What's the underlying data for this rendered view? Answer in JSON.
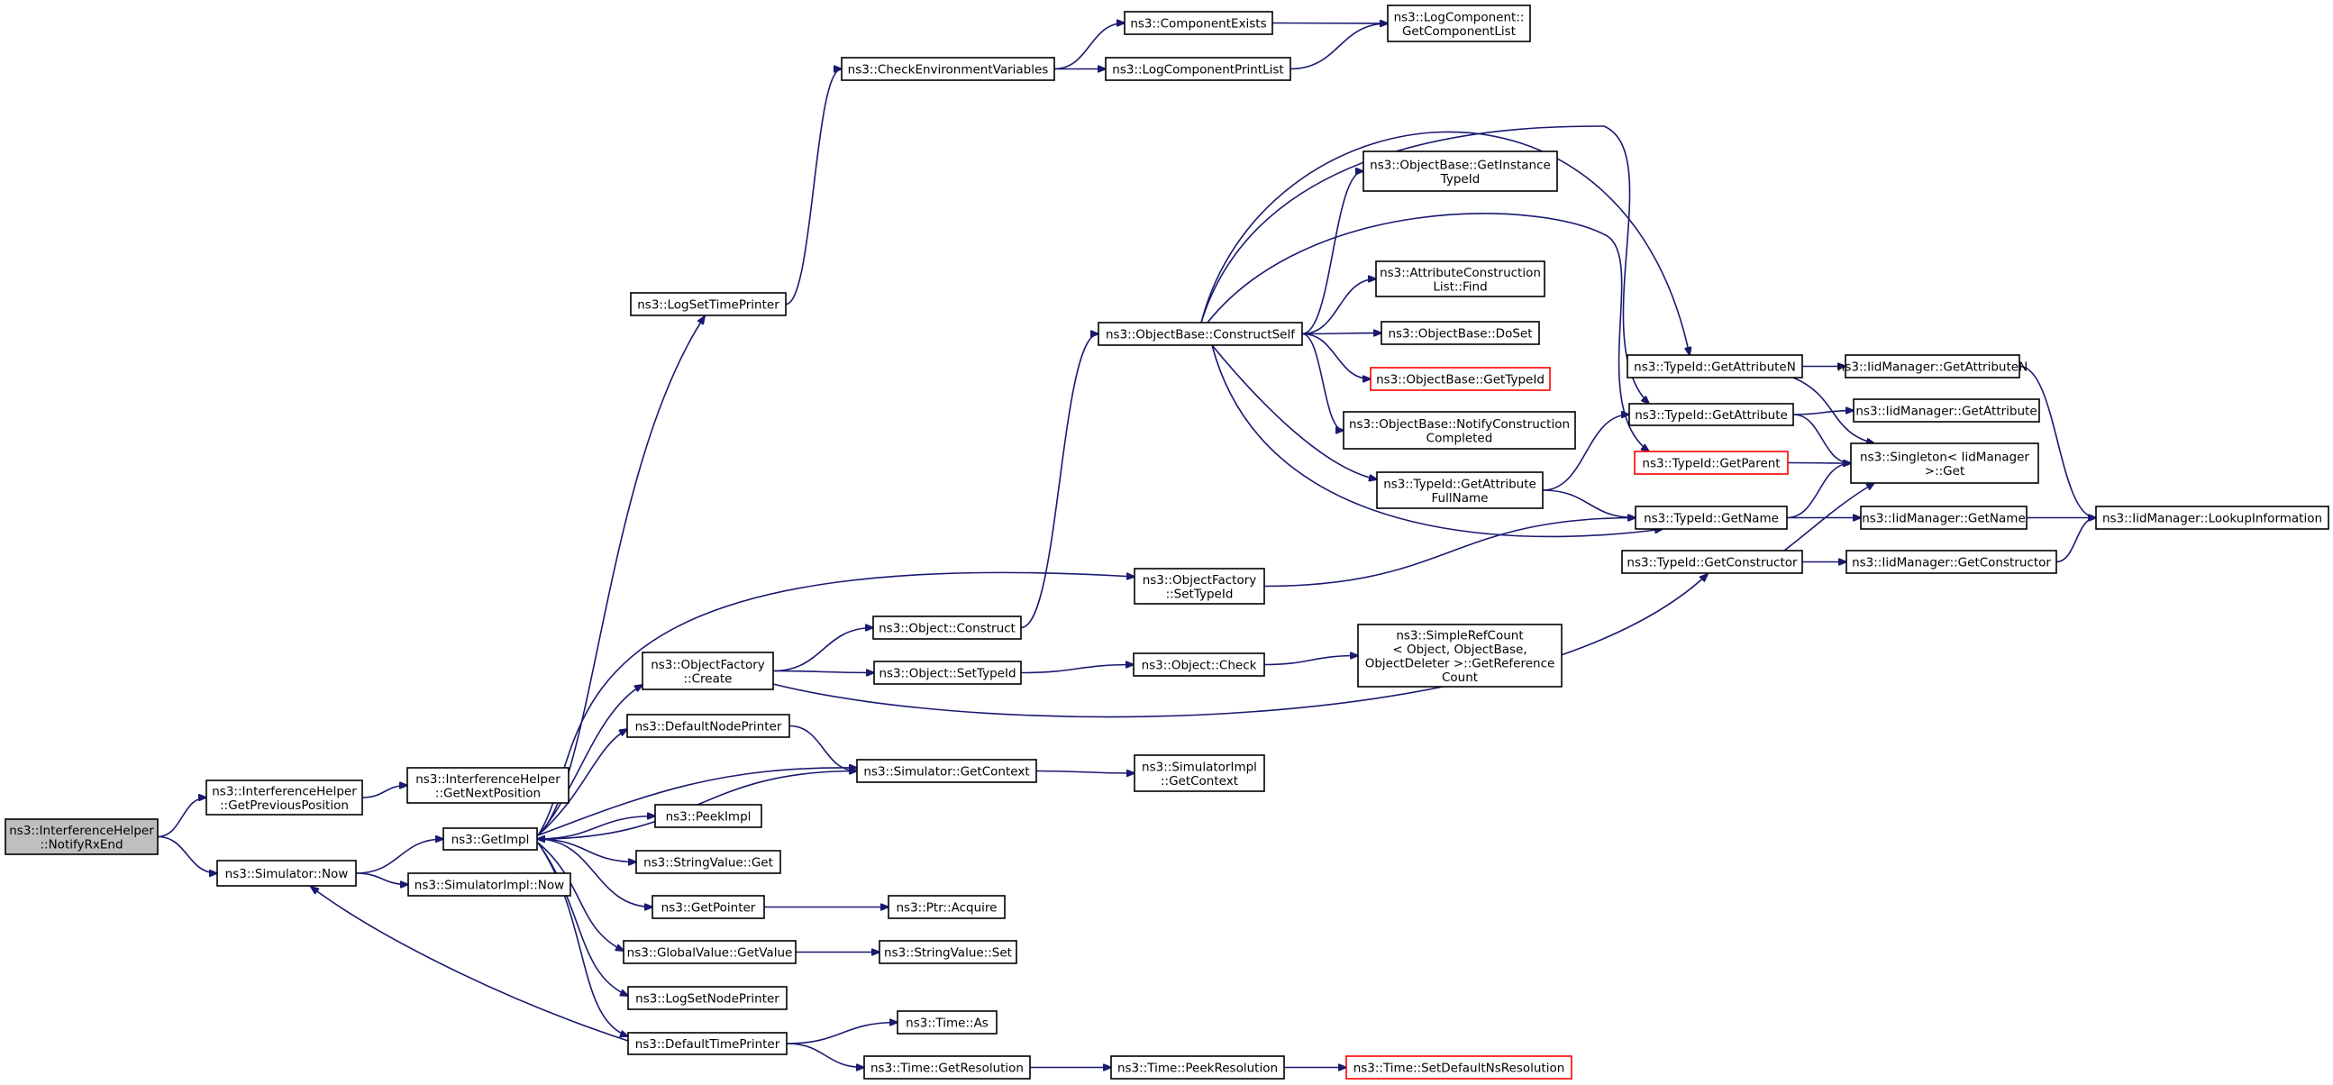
{
  "diagram": {
    "title": "",
    "colors": {
      "edge": "#191970",
      "node_border": "#000000",
      "root_fill": "#bfbfbf",
      "truncated_border": "#ff0000"
    },
    "nodes": [
      {
        "id": "n1",
        "lines": [
          "ns3::InterferenceHelper",
          "::NotifyRxEnd"
        ],
        "root": true
      },
      {
        "id": "n2",
        "lines": [
          "ns3::InterferenceHelper",
          "::GetPreviousPosition"
        ]
      },
      {
        "id": "n3",
        "lines": [
          "ns3::Simulator::Now"
        ]
      },
      {
        "id": "n4",
        "lines": [
          "ns3::InterferenceHelper",
          "::GetNextPosition"
        ]
      },
      {
        "id": "n5",
        "lines": [
          "ns3::GetImpl"
        ]
      },
      {
        "id": "n6",
        "lines": [
          "ns3::SimulatorImpl::Now"
        ]
      },
      {
        "id": "n7",
        "lines": [
          "ns3::CheckEnvironmentVariables"
        ]
      },
      {
        "id": "n8",
        "lines": [
          "ns3::ComponentExists"
        ]
      },
      {
        "id": "n9",
        "lines": [
          "ns3::LogComponentPrintList"
        ]
      },
      {
        "id": "n10",
        "lines": [
          "ns3::LogComponent::",
          "GetComponentList"
        ]
      },
      {
        "id": "n11",
        "lines": [
          "ns3::LogSetTimePrinter"
        ]
      },
      {
        "id": "n12",
        "lines": [
          "ns3::ObjectFactory",
          "::Create"
        ]
      },
      {
        "id": "n13",
        "lines": [
          "ns3::Object::Construct"
        ]
      },
      {
        "id": "n14",
        "lines": [
          "ns3::ObjectBase::ConstructSelf"
        ]
      },
      {
        "id": "n15",
        "lines": [
          "ns3::ObjectBase::GetInstance",
          "TypeId"
        ]
      },
      {
        "id": "n16",
        "lines": [
          "ns3::AttributeConstruction",
          "List::Find"
        ]
      },
      {
        "id": "n17",
        "lines": [
          "ns3::ObjectBase::DoSet"
        ]
      },
      {
        "id": "n18",
        "lines": [
          "ns3::ObjectBase::GetTypeId"
        ],
        "truncated": true
      },
      {
        "id": "n19",
        "lines": [
          "ns3::ObjectBase::NotifyConstruction",
          "Completed"
        ]
      },
      {
        "id": "n20",
        "lines": [
          "ns3::TypeId::GetAttribute",
          "FullName"
        ]
      },
      {
        "id": "n21",
        "lines": [
          "ns3::TypeId::GetAttributeN"
        ]
      },
      {
        "id": "n22",
        "lines": [
          "ns3::TypeId::GetAttribute"
        ]
      },
      {
        "id": "n23",
        "lines": [
          "ns3::TypeId::GetParent"
        ],
        "truncated": true
      },
      {
        "id": "n24",
        "lines": [
          "ns3::TypeId::GetName"
        ]
      },
      {
        "id": "n25",
        "lines": [
          "ns3::TypeId::GetConstructor"
        ]
      },
      {
        "id": "n26",
        "lines": [
          "ns3::IidManager::GetAttributeN"
        ]
      },
      {
        "id": "n27",
        "lines": [
          "ns3::IidManager::GetAttribute"
        ]
      },
      {
        "id": "n28",
        "lines": [
          "ns3::Singleton< IidManager",
          ">::Get"
        ]
      },
      {
        "id": "n29",
        "lines": [
          "ns3::IidManager::GetName"
        ]
      },
      {
        "id": "n30",
        "lines": [
          "ns3::IidManager::GetConstructor"
        ]
      },
      {
        "id": "n31",
        "lines": [
          "ns3::IidManager::LookupInformation"
        ]
      },
      {
        "id": "n32",
        "lines": [
          "ns3::ObjectFactory",
          "::SetTypeId"
        ]
      },
      {
        "id": "n33",
        "lines": [
          "ns3::Object::SetTypeId"
        ]
      },
      {
        "id": "n34",
        "lines": [
          "ns3::Object::Check"
        ]
      },
      {
        "id": "n35",
        "lines": [
          "ns3::SimpleRefCount",
          "< Object, ObjectBase,",
          " ObjectDeleter >::GetReference",
          "Count"
        ]
      },
      {
        "id": "n36",
        "lines": [
          "ns3::DefaultNodePrinter"
        ]
      },
      {
        "id": "n37",
        "lines": [
          "ns3::Simulator::GetContext"
        ]
      },
      {
        "id": "n38",
        "lines": [
          "ns3::SimulatorImpl",
          "::GetContext"
        ]
      },
      {
        "id": "n39",
        "lines": [
          "ns3::PeekImpl"
        ]
      },
      {
        "id": "n40",
        "lines": [
          "ns3::StringValue::Get"
        ]
      },
      {
        "id": "n41",
        "lines": [
          "ns3::GetPointer"
        ]
      },
      {
        "id": "n42",
        "lines": [
          "ns3::Ptr::Acquire"
        ]
      },
      {
        "id": "n43",
        "lines": [
          "ns3::GlobalValue::GetValue"
        ]
      },
      {
        "id": "n44",
        "lines": [
          "ns3::StringValue::Set"
        ]
      },
      {
        "id": "n45",
        "lines": [
          "ns3::LogSetNodePrinter"
        ]
      },
      {
        "id": "n46",
        "lines": [
          "ns3::DefaultTimePrinter"
        ]
      },
      {
        "id": "n47",
        "lines": [
          "ns3::Time::As"
        ]
      },
      {
        "id": "n48",
        "lines": [
          "ns3::Time::GetResolution"
        ]
      },
      {
        "id": "n49",
        "lines": [
          "ns3::Time::PeekResolution"
        ]
      },
      {
        "id": "n50",
        "lines": [
          "ns3::Time::SetDefaultNsResolution"
        ],
        "truncated": true
      }
    ],
    "edges": [
      [
        "n1",
        "n2"
      ],
      [
        "n1",
        "n3"
      ],
      [
        "n2",
        "n4"
      ],
      [
        "n3",
        "n5"
      ],
      [
        "n3",
        "n6"
      ],
      [
        "n5",
        "n11"
      ],
      [
        "n11",
        "n7"
      ],
      [
        "n7",
        "n8"
      ],
      [
        "n7",
        "n9"
      ],
      [
        "n8",
        "n10"
      ],
      [
        "n9",
        "n10"
      ],
      [
        "n5",
        "n12"
      ],
      [
        "n12",
        "n13"
      ],
      [
        "n12",
        "n33"
      ],
      [
        "n12",
        "n25"
      ],
      [
        "n13",
        "n14"
      ],
      [
        "n14",
        "n15"
      ],
      [
        "n14",
        "n16"
      ],
      [
        "n14",
        "n17"
      ],
      [
        "n14",
        "n18"
      ],
      [
        "n14",
        "n19"
      ],
      [
        "n14",
        "n20"
      ],
      [
        "n14",
        "n21"
      ],
      [
        "n14",
        "n22"
      ],
      [
        "n14",
        "n23"
      ],
      [
        "n14",
        "n24"
      ],
      [
        "n20",
        "n22"
      ],
      [
        "n20",
        "n24"
      ],
      [
        "n21",
        "n26"
      ],
      [
        "n21",
        "n28"
      ],
      [
        "n22",
        "n27"
      ],
      [
        "n22",
        "n28"
      ],
      [
        "n23",
        "n28"
      ],
      [
        "n24",
        "n29"
      ],
      [
        "n24",
        "n28"
      ],
      [
        "n25",
        "n30"
      ],
      [
        "n25",
        "n28"
      ],
      [
        "n26",
        "n31"
      ],
      [
        "n29",
        "n31"
      ],
      [
        "n30",
        "n31"
      ],
      [
        "n5",
        "n32"
      ],
      [
        "n32",
        "n24"
      ],
      [
        "n33",
        "n34"
      ],
      [
        "n34",
        "n35"
      ],
      [
        "n5",
        "n36"
      ],
      [
        "n36",
        "n37"
      ],
      [
        "n5",
        "n37"
      ],
      [
        "n37",
        "n5"
      ],
      [
        "n37",
        "n38"
      ],
      [
        "n5",
        "n39"
      ],
      [
        "n5",
        "n40"
      ],
      [
        "n5",
        "n41"
      ],
      [
        "n41",
        "n42"
      ],
      [
        "n5",
        "n43"
      ],
      [
        "n43",
        "n44"
      ],
      [
        "n5",
        "n45"
      ],
      [
        "n5",
        "n46"
      ],
      [
        "n46",
        "n3"
      ],
      [
        "n46",
        "n47"
      ],
      [
        "n46",
        "n48"
      ],
      [
        "n48",
        "n49"
      ],
      [
        "n49",
        "n50"
      ]
    ]
  }
}
